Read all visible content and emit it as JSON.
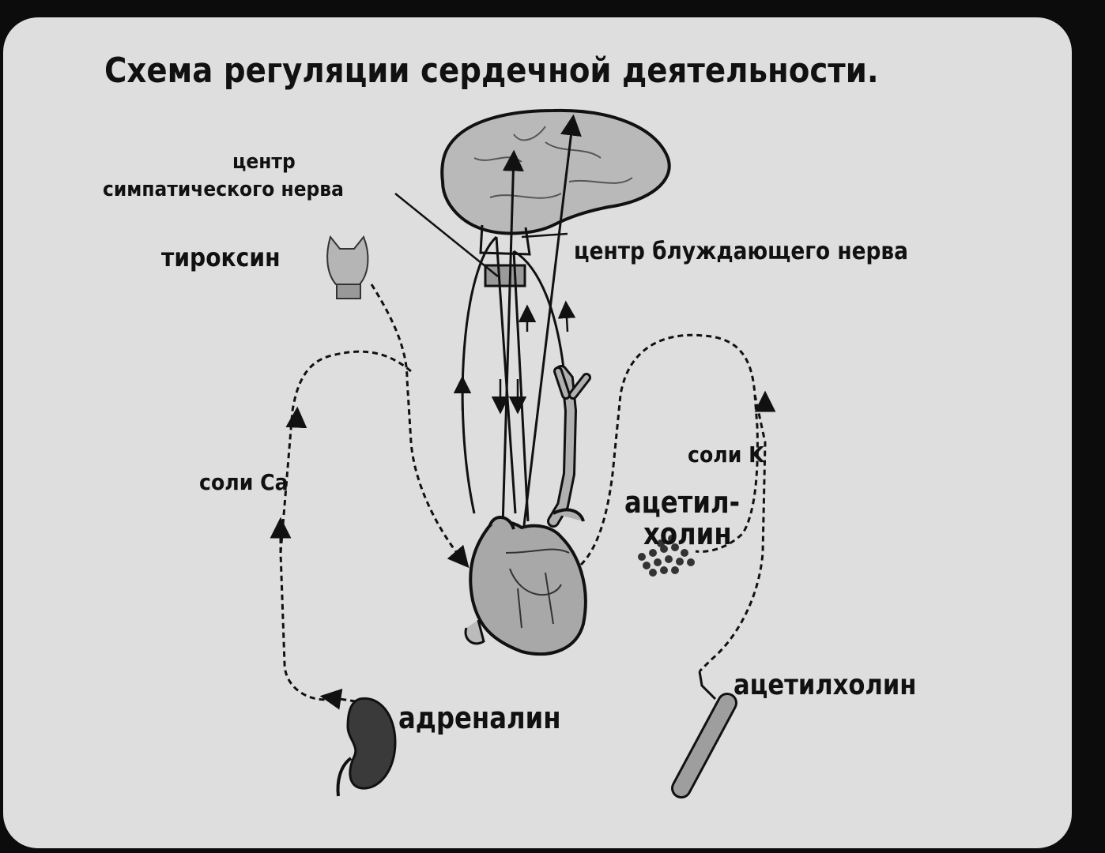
{
  "title": "Схема регуляции сердечной деятельности.",
  "labels": {
    "sympathetic_center_line1": "центр",
    "sympathetic_center_line2": "симпатического нерва",
    "thyroxine": "тироксин",
    "vagus_center": "центр блуждающего нерва",
    "calcium_salts": "соли Ca",
    "potassium_salts": "соли K",
    "acetylcholine_line1": "ацетил-",
    "acetylcholine_line2": "холин",
    "adrenaline": "адреналин",
    "acetylcholine": "ацетилхолин"
  }
}
